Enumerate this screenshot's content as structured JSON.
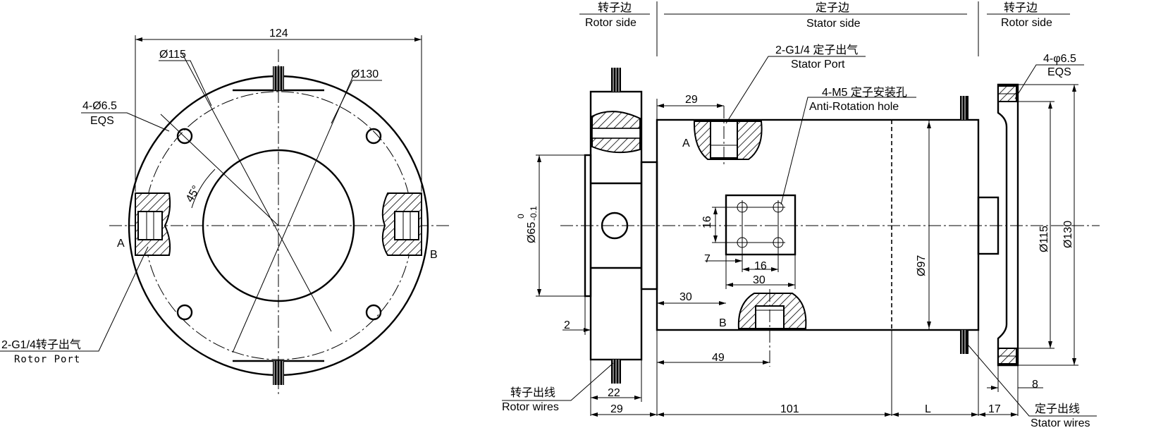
{
  "front_view": {
    "dim_width": "124",
    "dim_d115": "Ø115",
    "dim_d130": "Ø130",
    "hole_spec": "4-Ø6.5",
    "hole_eqs": "EQS",
    "angle": "45°",
    "label_a": "A",
    "label_b": "B",
    "rotor_port_cn": "2-G1/4转子出气",
    "rotor_port_en": "Rotor Port"
  },
  "side_view": {
    "header_rotor_cn": "转子边",
    "header_rotor_en": "Rotor side",
    "header_stator_cn": "定子边",
    "header_stator_en": "Stator side",
    "header_rotor2_cn": "转子边",
    "header_rotor2_en": "Rotor side",
    "stator_port_cn": "2-G1/4 定子出气",
    "stator_port_en": "Stator Port",
    "anti_rot_cn": "4-M5 定子安装孔",
    "anti_rot_en": "Anti-Rotation hole",
    "flange_hole_spec": "4-φ6.5",
    "flange_eqs": "EQS",
    "label_a": "A",
    "label_b": "B",
    "dim_29_top": "29",
    "dim_16_v": "16",
    "dim_7": "7",
    "dim_16_h": "16",
    "dim_30_plate": "30",
    "dim_30": "30",
    "dim_2": "2",
    "dim_49": "49",
    "dim_22": "22",
    "dim_29": "29",
    "dim_101": "101",
    "dim_L": "L",
    "dim_17": "17",
    "dim_8": "8",
    "dim_d65": "Ø65",
    "dim_d65_tol_upper": "0",
    "dim_d65_tol_lower": "-0.1",
    "dim_d97": "Ø97",
    "dim_d115": "Ø115",
    "dim_d130": "Ø130",
    "rotor_wires_cn": "转子出线",
    "rotor_wires_en": "Rotor wires",
    "stator_wires_cn": "定子出线",
    "stator_wires_en": "Stator wires"
  }
}
